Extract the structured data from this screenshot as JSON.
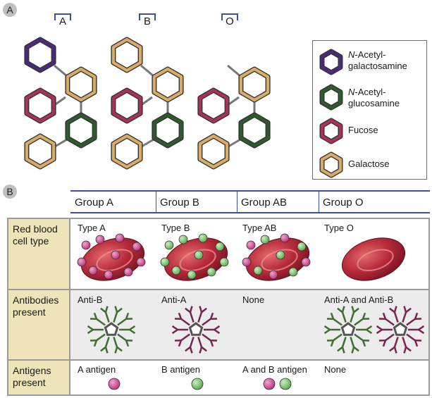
{
  "panel_a": {
    "badge": "A",
    "groups": [
      "A",
      "B",
      "O"
    ],
    "legend": [
      {
        "label_italic": "N",
        "label": "-Acetyl-",
        "label2": "galactosamine",
        "color": "#4b2a7a"
      },
      {
        "label_italic": "N",
        "label": "-Acetyl-",
        "label2": "glucosamine",
        "color": "#2f5a2c"
      },
      {
        "label_italic": "",
        "label": "Fucose",
        "label2": "",
        "color": "#a8325a"
      },
      {
        "label_italic": "",
        "label": "Galactose",
        "label2": "",
        "color": "#d8ab66"
      }
    ]
  },
  "panel_b": {
    "badge": "B",
    "columns": [
      "Group A",
      "Group B",
      "Group AB",
      "Group O"
    ],
    "rows": [
      {
        "header": [
          "Red blood",
          "cell type"
        ],
        "cells": [
          "Type A",
          "Type B",
          "Type AB",
          "Type O"
        ]
      },
      {
        "header": [
          "Antibodies",
          "present"
        ],
        "cells": [
          "Anti-B",
          "Anti-A",
          "None",
          "Anti-A and Anti-B"
        ]
      },
      {
        "header": [
          "Antigens",
          "present"
        ],
        "cells": [
          "A antigen",
          "B antigen",
          "A and B antigen",
          "None"
        ]
      }
    ]
  },
  "colors": {
    "galnac": "#4b2a7a",
    "glcnac": "#2f5a2c",
    "fucose": "#a8325a",
    "galactose": "#d8ab66",
    "a_antigen": "#b8327a",
    "b_antigen": "#5aa84e",
    "rbc": "#b52a3a",
    "antibody_a": "#7a2450",
    "antibody_b": "#3f6e33"
  }
}
